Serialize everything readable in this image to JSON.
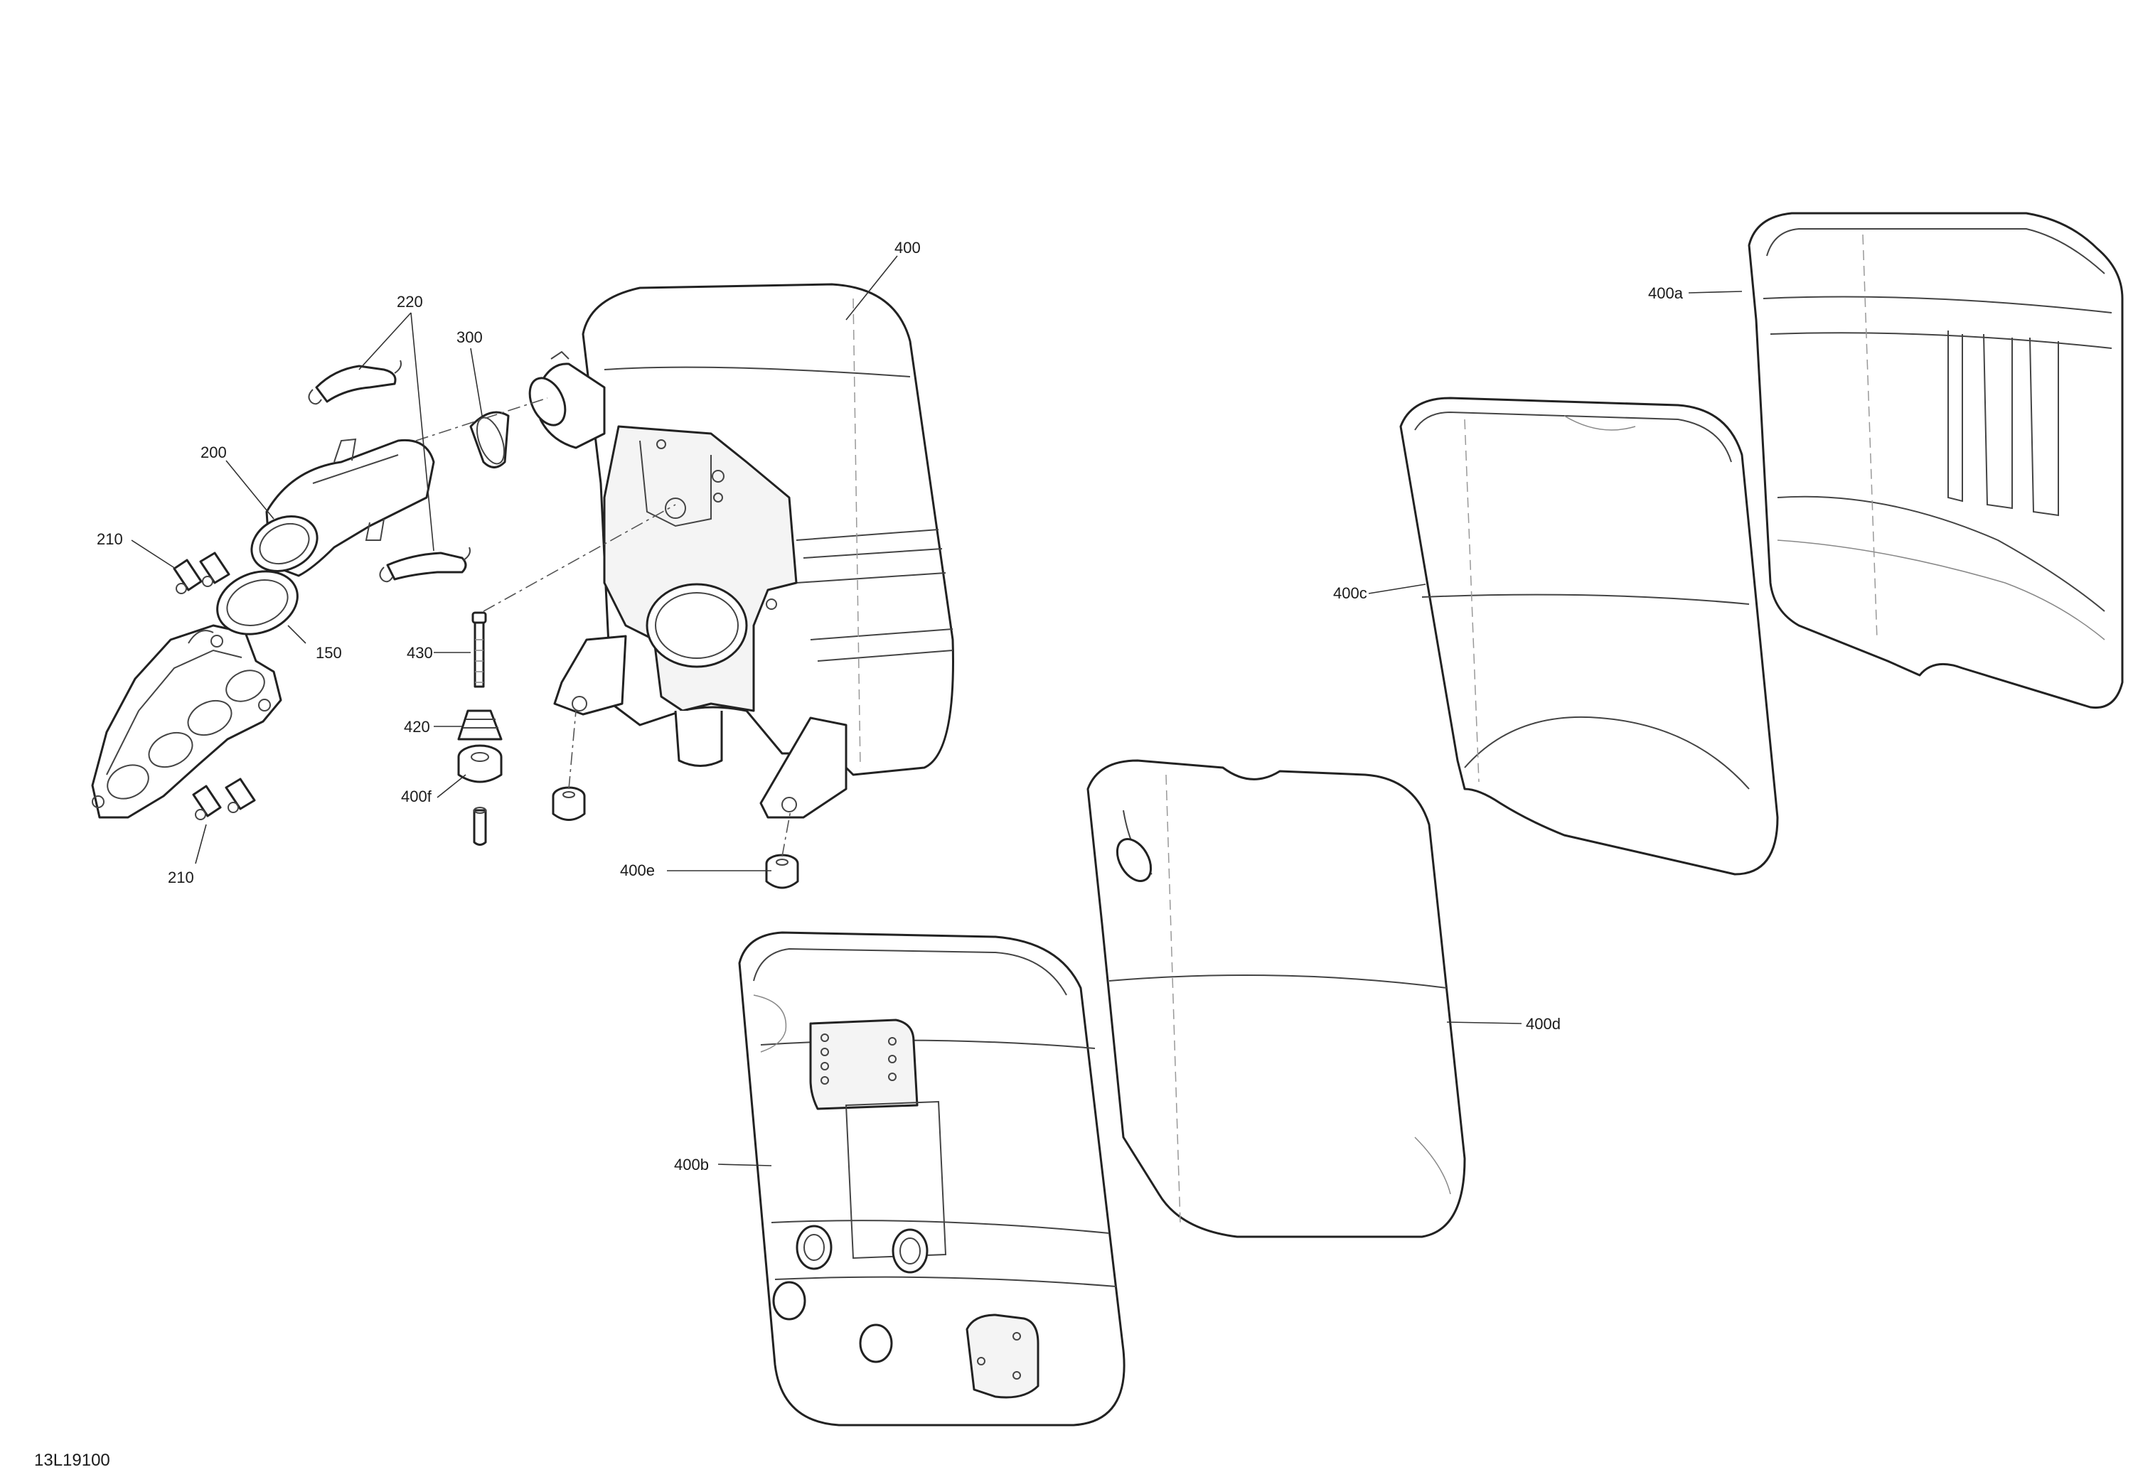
{
  "drawing_number": "13L19100",
  "callouts": {
    "c400": "400",
    "c400a": "400a",
    "c400b": "400b",
    "c400c": "400c",
    "c400d": "400d",
    "c400e": "400e",
    "c400f": "400f",
    "c420": "420",
    "c430": "430",
    "c300": "300",
    "c220": "220",
    "c200": "200",
    "c210_top": "210",
    "c210_bottom": "210",
    "c150": "150"
  },
  "colors": {
    "line": "#222222",
    "background": "#ffffff"
  }
}
